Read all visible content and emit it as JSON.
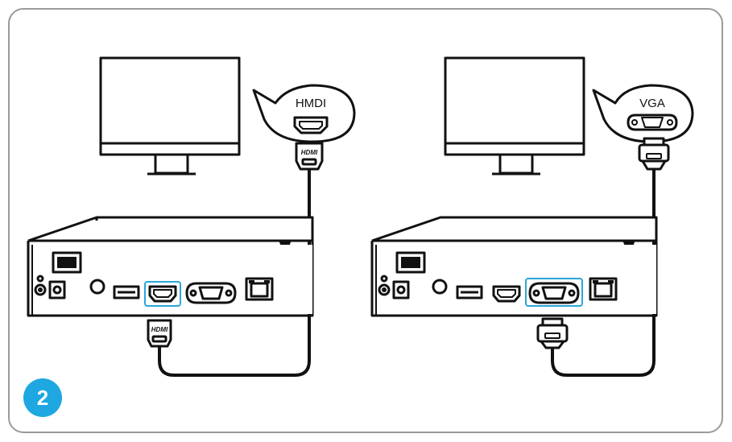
{
  "step_badge": {
    "number": "2",
    "color": "#1ea7e1"
  },
  "colors": {
    "outline": "#111111",
    "highlight": "#2aa6d8",
    "frame": "#9a9a9a"
  },
  "left_panel": {
    "callout_label": "HMDI",
    "plug_label": "HDMI",
    "cable_end_label": "HDMI",
    "highlighted_port": "hdmi-port"
  },
  "right_panel": {
    "callout_label": "VGA",
    "highlighted_port": "vga-port"
  }
}
